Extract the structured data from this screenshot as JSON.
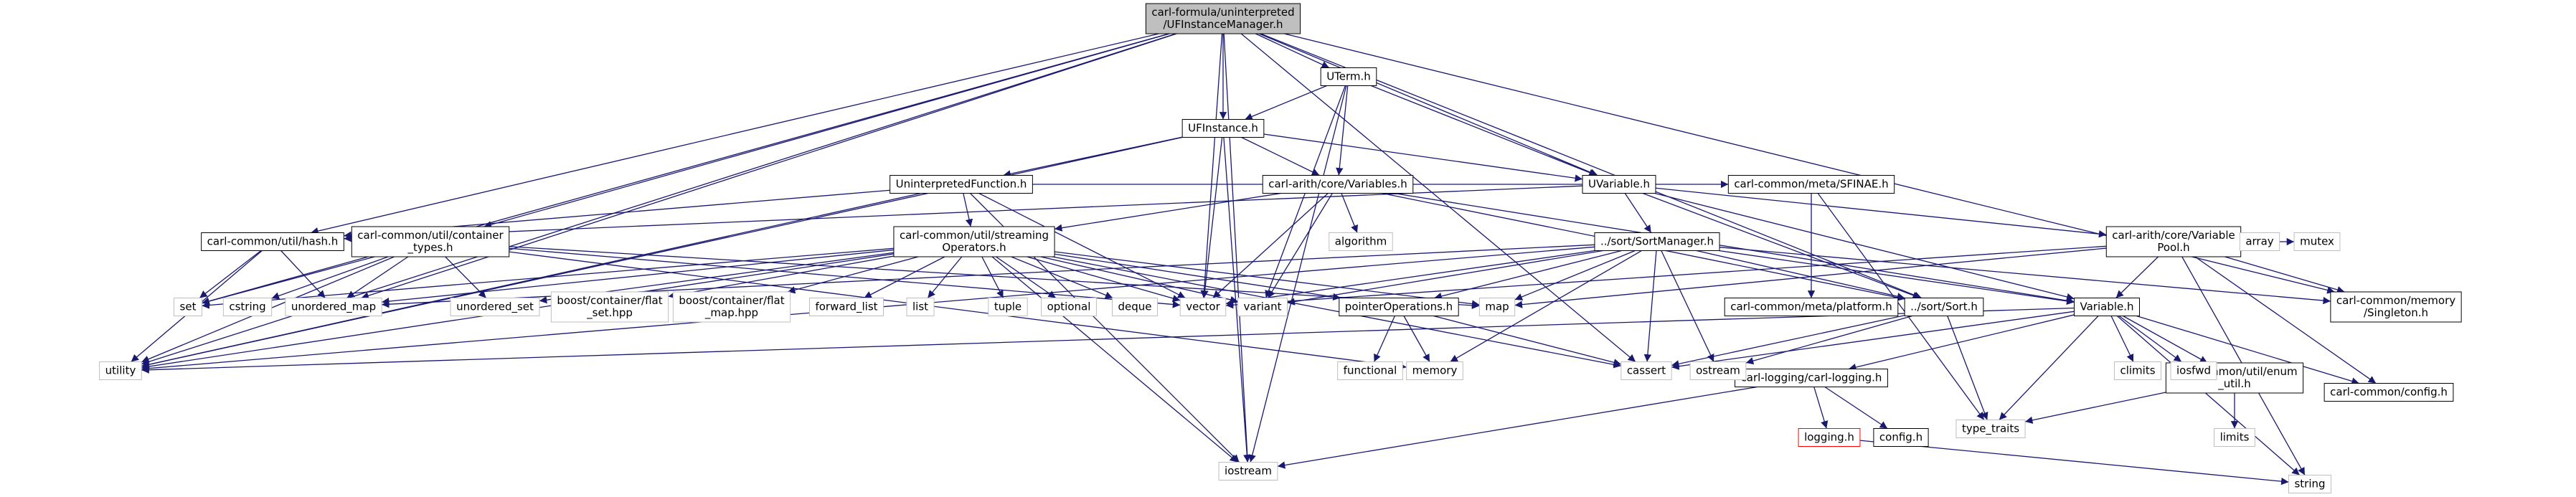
{
  "graph": {
    "colors": {
      "edge": "#191970",
      "root_fill": "#bfbfbf",
      "box": "#000000",
      "system_box": "#bfbfbf",
      "missing_box": "#ff0000"
    },
    "nodes": [
      {
        "id": "root",
        "lines": [
          "carl-formula/uninterpreted",
          "/UFInstanceManager.h"
        ],
        "style": "root"
      },
      {
        "id": "uterm",
        "lines": [
          "UTerm.h"
        ],
        "style": "box"
      },
      {
        "id": "ufinstance",
        "lines": [
          "UFInstance.h"
        ],
        "style": "box"
      },
      {
        "id": "uninterp",
        "lines": [
          "UninterpretedFunction.h"
        ],
        "style": "box"
      },
      {
        "id": "variables",
        "lines": [
          "carl-arith/core/Variables.h"
        ],
        "style": "box"
      },
      {
        "id": "uvariable",
        "lines": [
          "UVariable.h"
        ],
        "style": "box"
      },
      {
        "id": "hash",
        "lines": [
          "carl-common/util/hash.h"
        ],
        "style": "box"
      },
      {
        "id": "containertypes",
        "lines": [
          "carl-common/util/container",
          "_types.h"
        ],
        "style": "box"
      },
      {
        "id": "streaming",
        "lines": [
          "carl-common/util/streaming",
          "Operators.h"
        ],
        "style": "box"
      },
      {
        "id": "sfinae",
        "lines": [
          "carl-common/meta/SFINAE.h"
        ],
        "style": "box"
      },
      {
        "id": "sortmanager",
        "lines": [
          "../sort/SortManager.h"
        ],
        "style": "box"
      },
      {
        "id": "variablepool",
        "lines": [
          "carl-arith/core/Variable",
          "Pool.h"
        ],
        "style": "box"
      },
      {
        "id": "singleton",
        "lines": [
          "carl-common/memory",
          "/Singleton.h"
        ],
        "style": "box"
      },
      {
        "id": "platform",
        "lines": [
          "carl-common/meta/platform.h"
        ],
        "style": "box"
      },
      {
        "id": "sort",
        "lines": [
          "../sort/Sort.h"
        ],
        "style": "box"
      },
      {
        "id": "variable",
        "lines": [
          "Variable.h"
        ],
        "style": "box"
      },
      {
        "id": "pointerops",
        "lines": [
          "pointerOperations.h"
        ],
        "style": "box"
      },
      {
        "id": "enumutil",
        "lines": [
          "carl-common/util/enum",
          "_util.h"
        ],
        "style": "box"
      },
      {
        "id": "config_common",
        "lines": [
          "carl-common/config.h"
        ],
        "style": "box"
      },
      {
        "id": "carllogging",
        "lines": [
          "carl-logging/carl-logging.h"
        ],
        "style": "box"
      },
      {
        "id": "logging",
        "lines": [
          "logging.h"
        ],
        "style": "missing"
      },
      {
        "id": "config",
        "lines": [
          "config.h"
        ],
        "style": "box"
      },
      {
        "id": "set",
        "lines": [
          "set"
        ],
        "style": "system"
      },
      {
        "id": "cstring",
        "lines": [
          "cstring"
        ],
        "style": "system"
      },
      {
        "id": "unordered_map",
        "lines": [
          "unordered_map"
        ],
        "style": "system"
      },
      {
        "id": "unordered_set",
        "lines": [
          "unordered_set"
        ],
        "style": "system"
      },
      {
        "id": "flat_set",
        "lines": [
          "boost/container/flat",
          "_set.hpp"
        ],
        "style": "system"
      },
      {
        "id": "flat_map",
        "lines": [
          "boost/container/flat",
          "_map.hpp"
        ],
        "style": "system"
      },
      {
        "id": "forward_list",
        "lines": [
          "forward_list"
        ],
        "style": "system"
      },
      {
        "id": "list",
        "lines": [
          "list"
        ],
        "style": "system"
      },
      {
        "id": "tuple",
        "lines": [
          "tuple"
        ],
        "style": "system"
      },
      {
        "id": "optional",
        "lines": [
          "optional"
        ],
        "style": "system"
      },
      {
        "id": "deque",
        "lines": [
          "deque"
        ],
        "style": "system"
      },
      {
        "id": "vector",
        "lines": [
          "vector"
        ],
        "style": "system"
      },
      {
        "id": "variant",
        "lines": [
          "variant"
        ],
        "style": "system"
      },
      {
        "id": "map",
        "lines": [
          "map"
        ],
        "style": "system"
      },
      {
        "id": "algorithm",
        "lines": [
          "algorithm"
        ],
        "style": "system"
      },
      {
        "id": "array",
        "lines": [
          "array"
        ],
        "style": "system"
      },
      {
        "id": "mutex",
        "lines": [
          "mutex"
        ],
        "style": "system"
      },
      {
        "id": "utility",
        "lines": [
          "utility"
        ],
        "style": "system"
      },
      {
        "id": "iostream",
        "lines": [
          "iostream"
        ],
        "style": "system"
      },
      {
        "id": "functional",
        "lines": [
          "functional"
        ],
        "style": "system"
      },
      {
        "id": "memory",
        "lines": [
          "memory"
        ],
        "style": "system"
      },
      {
        "id": "cassert",
        "lines": [
          "cassert"
        ],
        "style": "system"
      },
      {
        "id": "ostream",
        "lines": [
          "ostream"
        ],
        "style": "system"
      },
      {
        "id": "climits",
        "lines": [
          "climits"
        ],
        "style": "system"
      },
      {
        "id": "iosfwd",
        "lines": [
          "iosfwd"
        ],
        "style": "system"
      },
      {
        "id": "type_traits",
        "lines": [
          "type_traits"
        ],
        "style": "system"
      },
      {
        "id": "limits",
        "lines": [
          "limits"
        ],
        "style": "system"
      },
      {
        "id": "string",
        "lines": [
          "string"
        ],
        "style": "system"
      }
    ],
    "edges": [
      [
        "root",
        "uterm"
      ],
      [
        "root",
        "ufinstance"
      ],
      [
        "root",
        "uvariable"
      ],
      [
        "root",
        "utility"
      ],
      [
        "root",
        "set"
      ],
      [
        "root",
        "unordered_map"
      ],
      [
        "root",
        "hash"
      ],
      [
        "root",
        "containertypes"
      ],
      [
        "root",
        "vector"
      ],
      [
        "root",
        "iostream"
      ],
      [
        "root",
        "sort"
      ],
      [
        "root",
        "singleton"
      ],
      [
        "root",
        "cassert"
      ],
      [
        "uterm",
        "ufinstance"
      ],
      [
        "uterm",
        "variables"
      ],
      [
        "uterm",
        "uvariable"
      ],
      [
        "uterm",
        "variant"
      ],
      [
        "uterm",
        "iostream"
      ],
      [
        "ufinstance",
        "uninterp"
      ],
      [
        "ufinstance",
        "variables"
      ],
      [
        "ufinstance",
        "uvariable"
      ],
      [
        "ufinstance",
        "vector"
      ],
      [
        "ufinstance",
        "utility"
      ],
      [
        "ufinstance",
        "iostream"
      ],
      [
        "uninterp",
        "hash"
      ],
      [
        "uninterp",
        "streaming"
      ],
      [
        "uninterp",
        "sfinae"
      ],
      [
        "uninterp",
        "utility"
      ],
      [
        "uninterp",
        "vector"
      ],
      [
        "uninterp",
        "iostream"
      ],
      [
        "variables",
        "streaming"
      ],
      [
        "variables",
        "algorithm"
      ],
      [
        "variables",
        "vector"
      ],
      [
        "variables",
        "variant"
      ],
      [
        "variables",
        "variable"
      ],
      [
        "variables",
        "sort"
      ],
      [
        "uvariable",
        "sortmanager"
      ],
      [
        "uvariable",
        "variablepool"
      ],
      [
        "uvariable",
        "sort"
      ],
      [
        "uvariable",
        "hash"
      ],
      [
        "uvariable",
        "variable"
      ],
      [
        "hash",
        "set"
      ],
      [
        "hash",
        "unordered_map"
      ],
      [
        "hash",
        "utility"
      ],
      [
        "containertypes",
        "set"
      ],
      [
        "containertypes",
        "cstring"
      ],
      [
        "containertypes",
        "unordered_map"
      ],
      [
        "containertypes",
        "unordered_set"
      ],
      [
        "containertypes",
        "vector"
      ],
      [
        "containertypes",
        "map"
      ],
      [
        "containertypes",
        "memory"
      ],
      [
        "containertypes",
        "utility"
      ],
      [
        "streaming",
        "set"
      ],
      [
        "streaming",
        "unordered_map"
      ],
      [
        "streaming",
        "unordered_set"
      ],
      [
        "streaming",
        "flat_set"
      ],
      [
        "streaming",
        "flat_map"
      ],
      [
        "streaming",
        "forward_list"
      ],
      [
        "streaming",
        "list"
      ],
      [
        "streaming",
        "tuple"
      ],
      [
        "streaming",
        "optional"
      ],
      [
        "streaming",
        "deque"
      ],
      [
        "streaming",
        "vector"
      ],
      [
        "streaming",
        "variant"
      ],
      [
        "streaming",
        "map"
      ],
      [
        "streaming",
        "pointerops"
      ],
      [
        "streaming",
        "iostream"
      ],
      [
        "streaming",
        "utility"
      ],
      [
        "streaming",
        "cassert"
      ],
      [
        "sfinae",
        "platform"
      ],
      [
        "sfinae",
        "type_traits"
      ],
      [
        "sortmanager",
        "vector"
      ],
      [
        "sortmanager",
        "variant"
      ],
      [
        "sortmanager",
        "map"
      ],
      [
        "sortmanager",
        "sort"
      ],
      [
        "sortmanager",
        "variable"
      ],
      [
        "sortmanager",
        "singleton"
      ],
      [
        "sortmanager",
        "memory"
      ],
      [
        "sortmanager",
        "cassert"
      ],
      [
        "sortmanager",
        "ostream"
      ],
      [
        "sortmanager",
        "utility"
      ],
      [
        "sortmanager",
        "unordered_map"
      ],
      [
        "sortmanager",
        "pointerops"
      ],
      [
        "variablepool",
        "variable"
      ],
      [
        "variablepool",
        "singleton"
      ],
      [
        "variablepool",
        "array"
      ],
      [
        "variablepool",
        "mutex"
      ],
      [
        "variablepool",
        "map"
      ],
      [
        "variablepool",
        "config_common"
      ],
      [
        "variablepool",
        "string"
      ],
      [
        "variablepool",
        "vector"
      ],
      [
        "sort",
        "ostream"
      ],
      [
        "sort",
        "cassert"
      ],
      [
        "sort",
        "type_traits"
      ],
      [
        "variable",
        "carllogging"
      ],
      [
        "variable",
        "enumutil"
      ],
      [
        "variable",
        "config_common"
      ],
      [
        "variable",
        "climits"
      ],
      [
        "variable",
        "iosfwd"
      ],
      [
        "variable",
        "type_traits"
      ],
      [
        "variable",
        "string"
      ],
      [
        "variable",
        "cassert"
      ],
      [
        "variable",
        "utility"
      ],
      [
        "pointerops",
        "functional"
      ],
      [
        "pointerops",
        "memory"
      ],
      [
        "pointerops",
        "cassert"
      ],
      [
        "enumutil",
        "limits"
      ],
      [
        "enumutil",
        "type_traits"
      ],
      [
        "carllogging",
        "logging"
      ],
      [
        "carllogging",
        "config"
      ],
      [
        "carllogging",
        "iostream"
      ],
      [
        "logging",
        "string"
      ]
    ]
  }
}
